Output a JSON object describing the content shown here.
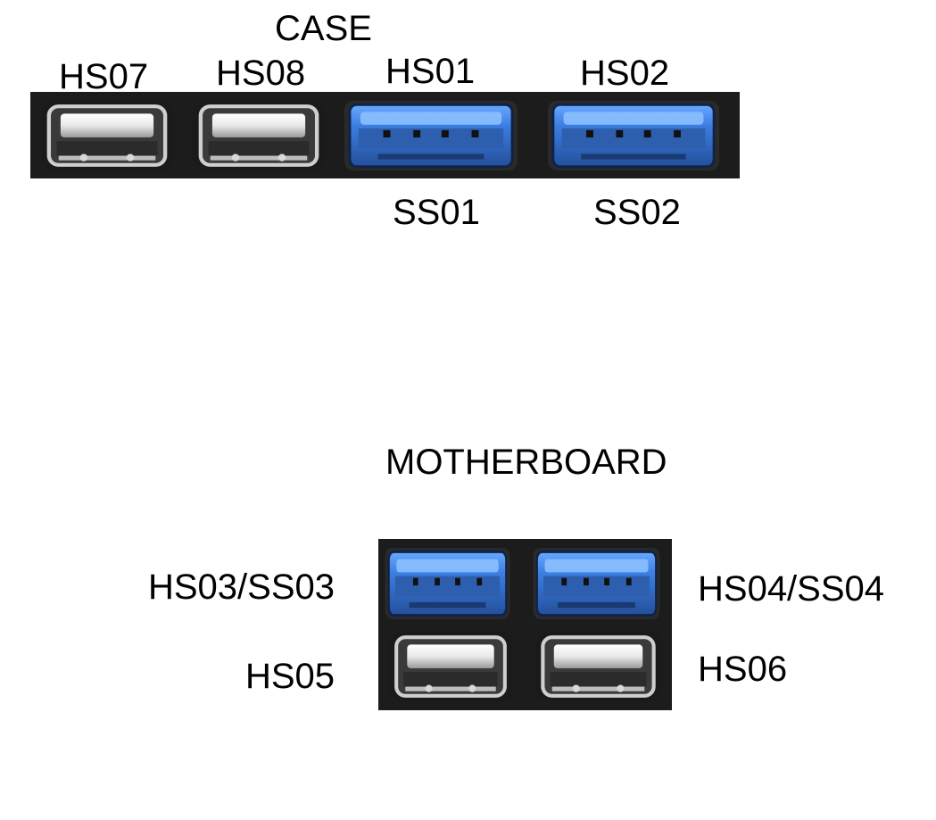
{
  "case": {
    "title": "CASE",
    "ports": [
      {
        "top_label": "HS07",
        "bottom_label": "",
        "kind": "usb2-white"
      },
      {
        "top_label": "HS08",
        "bottom_label": "",
        "kind": "usb2-white"
      },
      {
        "top_label": "HS01",
        "bottom_label": "SS01",
        "kind": "usb3-blue"
      },
      {
        "top_label": "HS02",
        "bottom_label": "SS02",
        "kind": "usb3-blue"
      }
    ]
  },
  "motherboard": {
    "title": "MOTHERBOARD",
    "ports": [
      {
        "label": "HS03/SS03",
        "kind": "usb3-blue"
      },
      {
        "label": "HS04/SS04",
        "kind": "usb3-blue"
      },
      {
        "label": "HS05",
        "kind": "usb2-white"
      },
      {
        "label": "HS06",
        "kind": "usb2-white"
      }
    ]
  },
  "colors": {
    "usb3_blue": "#3f7fe0",
    "usb2_white": "#f2f2f2",
    "panel": "#1c1c1c"
  },
  "icons": [
    "usb-2-port-icon",
    "usb-3-port-icon"
  ]
}
